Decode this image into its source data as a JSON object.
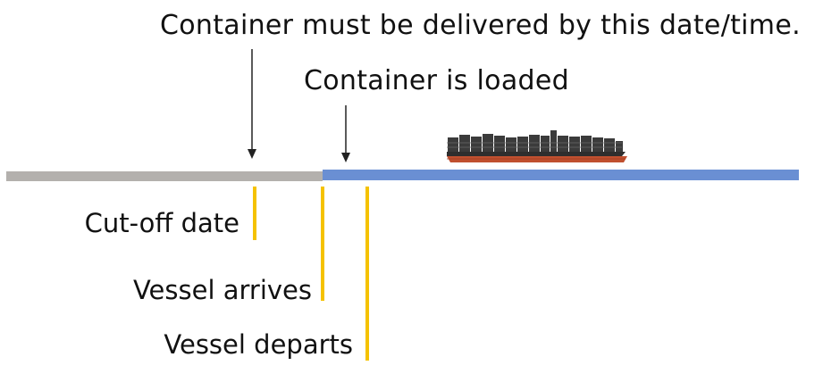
{
  "annotations": {
    "deliver_by": "Container must be delivered by this date/time.",
    "loaded": "Container is loaded"
  },
  "milestones": {
    "cutoff": "Cut-off date",
    "arrives": "Vessel arrives",
    "departs": "Vessel departs"
  },
  "colors": {
    "before_segment": "#b3b0ad",
    "after_segment": "#6a8fd3",
    "milestone_marker": "#f5c200",
    "arrow": "#222222",
    "ship_hull": "#c0502f",
    "ship_containers": "#3b3b3b"
  },
  "icons": {
    "ship": "container-ship-icon"
  }
}
